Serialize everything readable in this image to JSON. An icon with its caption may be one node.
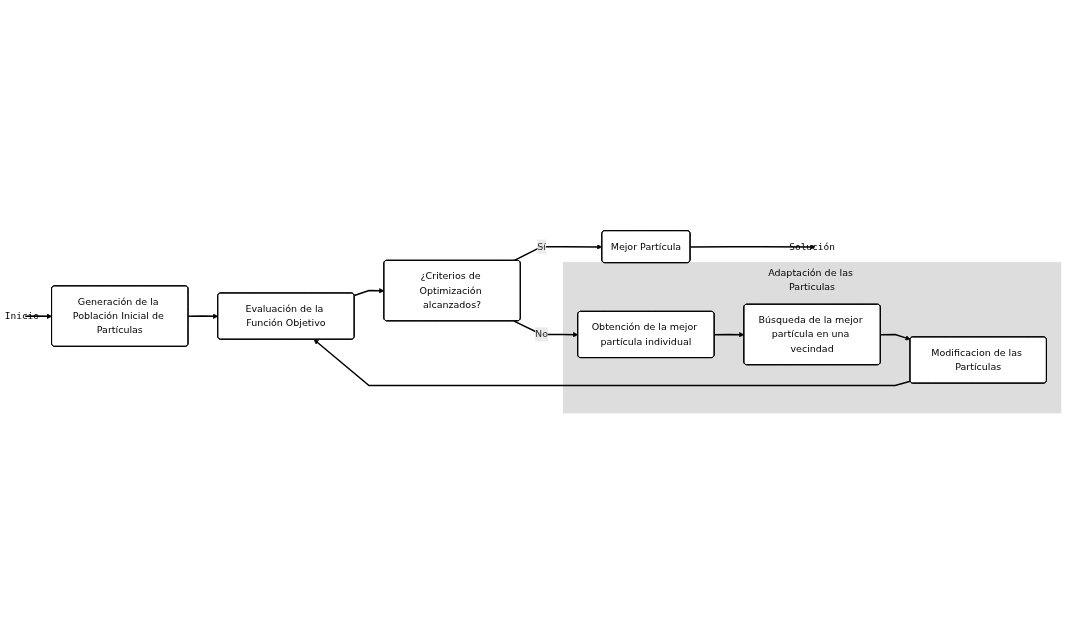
{
  "diagram": {
    "nodes": [
      {
        "text": [
          "Inicio"
        ]
      },
      {
        "text": [
          "Generación de la Población Inicial de Partículas"
        ]
      },
      {
        "text": [
          "Evaluación de la Función Objetivo"
        ]
      },
      {
        "text": [
          "¿Criterios de Optimización alcanzados?"
        ]
      },
      {
        "text": [
          "Mejor Partícula"
        ]
      },
      {
        "text": [
          "Solución"
        ]
      },
      {
        "text": [
          "Adaptación de las Particulas"
        ]
      },
      {
        "text": [
          "Obtención de la mejor partícula individual"
        ],
        "in": 6
      },
      {
        "text": [
          "Búsqueda de la mejor partícula en una vecindad"
        ],
        "in": 6
      },
      {
        "text": [
          "Modificacion de las Partículas"
        ],
        "in": 6
      }
    ],
    "edges": [
      {
        "from": 0,
        "to": 1,
        "arrow": "to"
      },
      {
        "from": 1,
        "to": 2,
        "arrow": "to"
      },
      {
        "from": 2,
        "to": 3,
        "arrow": "to"
      },
      {
        "from": 3,
        "to": 4,
        "arrow": "to",
        "label": "Sí"
      },
      {
        "from": 4,
        "to": 5,
        "arrow": "to"
      },
      {
        "from": 3,
        "to": 7,
        "arrow": "to",
        "label": "No"
      },
      {
        "from": 7,
        "to": 8,
        "arrow": "to"
      },
      {
        "from": 8,
        "to": 9,
        "arrow": "to"
      },
      {
        "from": 9,
        "to": 2,
        "arrow": "to"
      }
    ]
  }
}
